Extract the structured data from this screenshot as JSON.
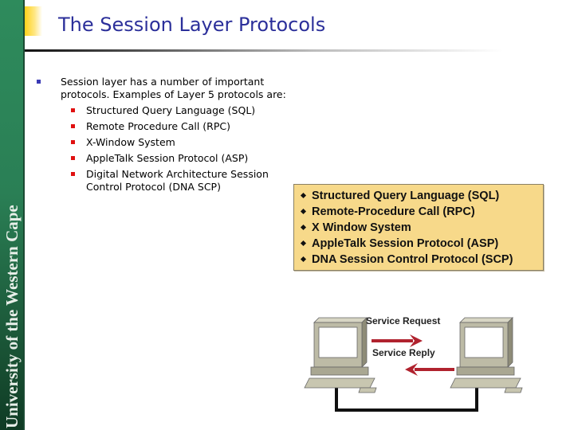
{
  "sidebar": {
    "label": "University of the Western Cape"
  },
  "header": {
    "title": "The Session Layer Protocols"
  },
  "content": {
    "intro": "Session layer has a number of important protocols. Examples of Layer 5 protocols are:",
    "items": [
      "Structured Query Language (SQL)",
      "Remote Procedure Call (RPC)",
      "X-Window System",
      "AppleTalk Session Protocol (ASP)",
      "Digital Network Architecture Session Control Protocol (DNA SCP)"
    ]
  },
  "callout": {
    "items": [
      "Structured Query Language (SQL)",
      "Remote-Procedure Call (RPC)",
      "X Window System",
      "AppleTalk Session Protocol (ASP)",
      "DNA Session Control Protocol (SCP)"
    ]
  },
  "diagram": {
    "request_label": "Service Request",
    "reply_label": "Service Reply",
    "arrow_color": "#b0222e"
  },
  "colors": {
    "title": "#2b2f9a",
    "sidebar": "#2a7f55",
    "accent": "#ffd21a",
    "callout_bg": "#f7d98a"
  }
}
